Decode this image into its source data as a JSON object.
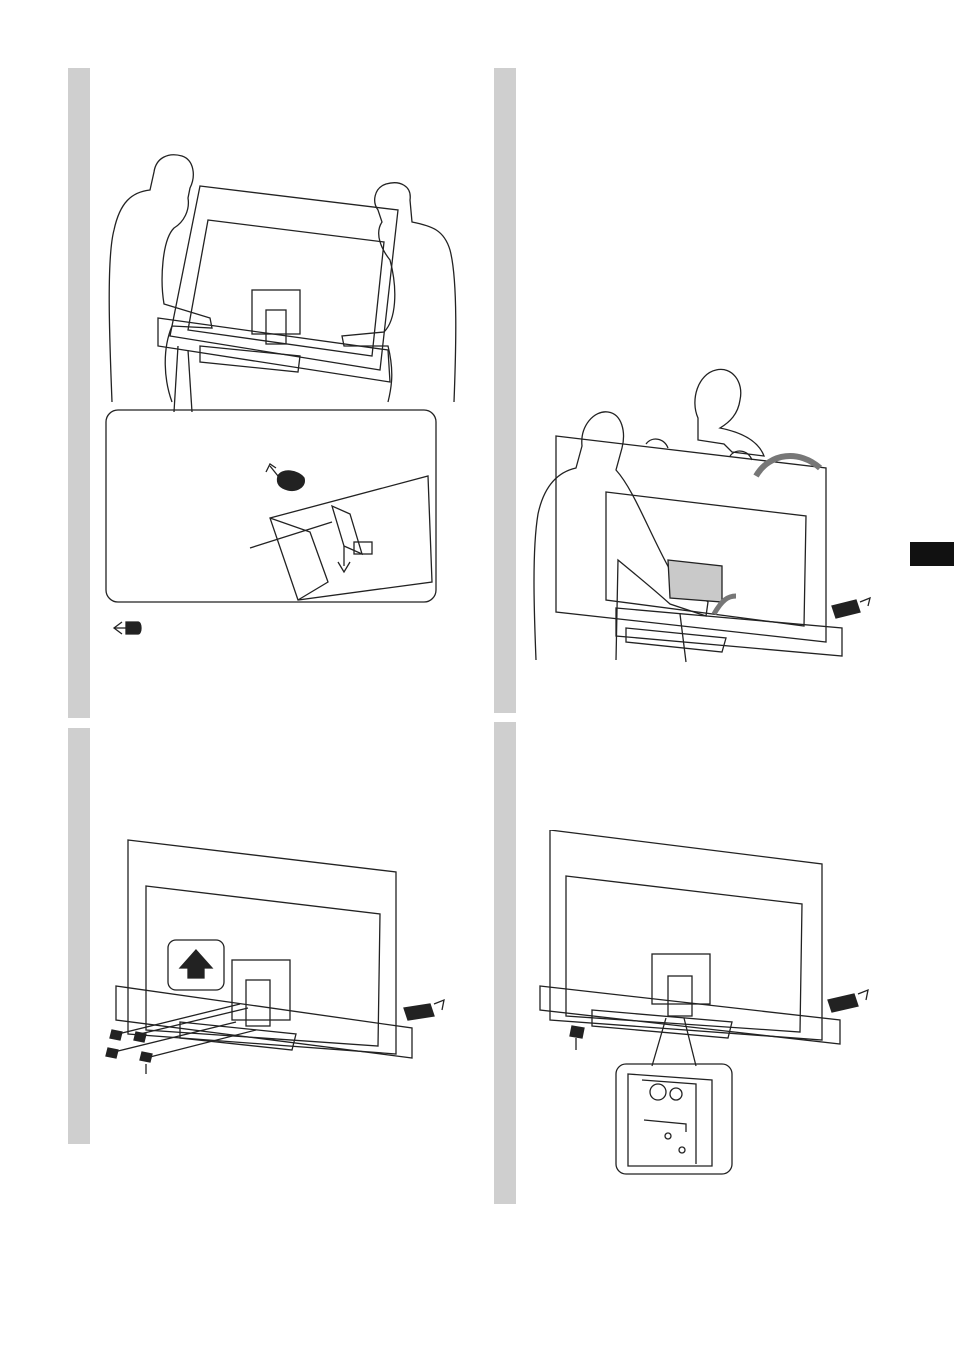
{
  "page": {
    "background": "#ffffff",
    "panel_bar_color": "#cfcfcf",
    "tab_marker_color": "#111111",
    "line_color": "#222222"
  },
  "steps": [
    {
      "illustration": "two-people-lift-tv-onto-speaker-base",
      "icons": [
        "detail-callout",
        "arrow-icon",
        "hand-icon"
      ]
    },
    {
      "illustration": "two-people-tilt-tv-to-stand",
      "icons": [
        "curved-arrow-icon",
        "hand-icon"
      ]
    },
    {
      "illustration": "tv-rear-screws-into-stand",
      "icons": [
        "up-arrow-icon",
        "screw-icon",
        "hand-icon"
      ]
    },
    {
      "illustration": "tv-rear-final-screw-detail",
      "icons": [
        "screw-icon",
        "detail-callout",
        "hand-icon"
      ]
    }
  ]
}
